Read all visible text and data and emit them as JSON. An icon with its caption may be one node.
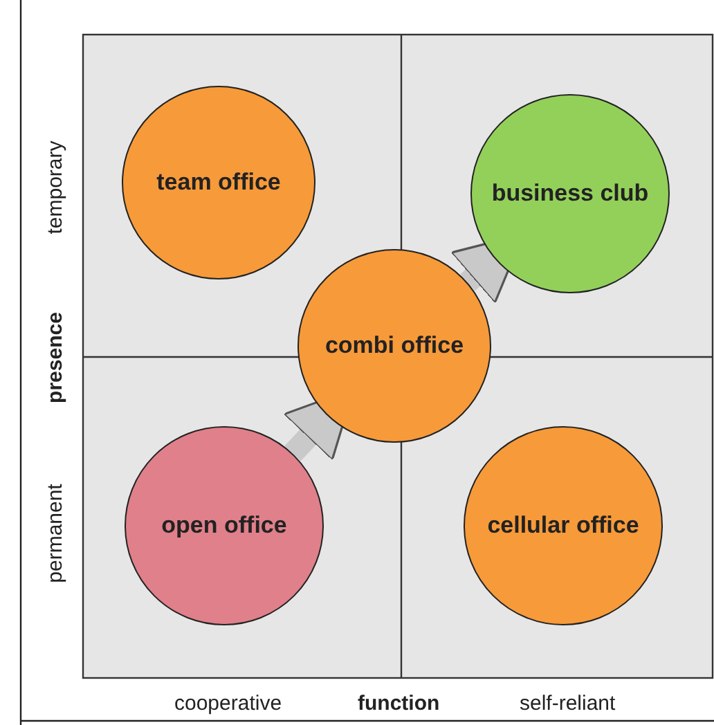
{
  "diagram": {
    "nodes": [
      {
        "text": [
          "team office"
        ]
      },
      {
        "text": [
          "business club"
        ]
      },
      {
        "text": [
          "combi office"
        ]
      },
      {
        "text": [
          "open office"
        ]
      },
      {
        "text": [
          "cellular office"
        ]
      }
    ],
    "edges": [
      {
        "from": 3,
        "to": 2,
        "arrow": "to"
      },
      {
        "from": 2,
        "to": 1,
        "arrow": "to"
      }
    ],
    "labels": [
      "temporary",
      "presence",
      "permanent",
      "cooperative",
      "function",
      "self-reliant"
    ]
  }
}
